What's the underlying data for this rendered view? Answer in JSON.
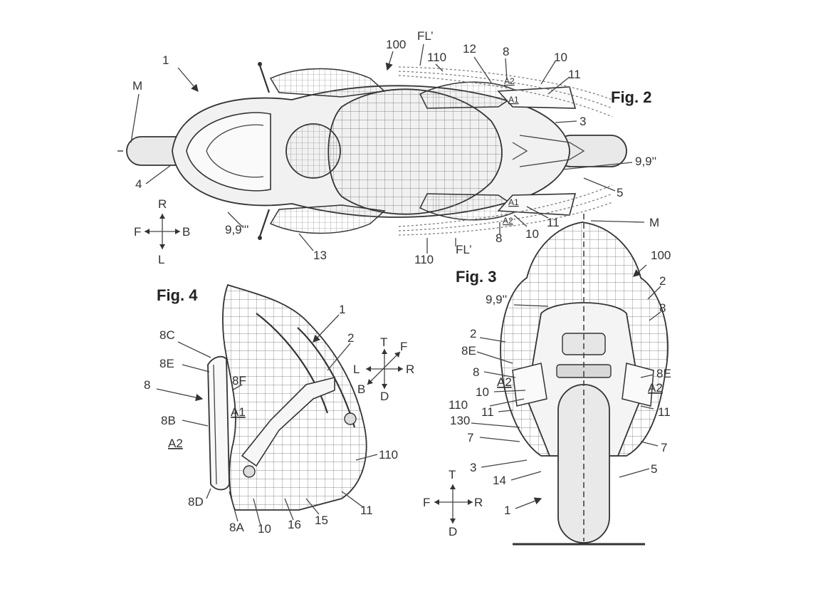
{
  "figures": {
    "fig2": {
      "title": "Fig. 2",
      "labels": {
        "l1": "1",
        "lM": "M",
        "l4": "4",
        "l100": "100",
        "lFL_top": "FL’",
        "l110_top": "110",
        "l12": "12",
        "l8_top": "8",
        "l10_top": "10",
        "l11_top": "11",
        "lA2_top": "A2",
        "lA1_top": "A1",
        "l3": "3",
        "l999": "9,9''",
        "l5": "5",
        "lA1_bot": "A1",
        "lA2_bot": "A2",
        "l11_bot": "11",
        "l10_bot": "10",
        "l8_bot": "8",
        "lFL_bot": "FL’",
        "l110_bot": "110",
        "l13": "13",
        "l9999": "9,9'''",
        "lM2": "M"
      },
      "compass": {
        "top": "R",
        "bottom": "L",
        "left": "F",
        "right": "B"
      }
    },
    "fig3": {
      "title": "Fig. 3",
      "labels": {
        "l100": "100",
        "l2r": "2",
        "l8r": "8",
        "l99": "9,9''",
        "l2l": "2",
        "l8El": "8E",
        "l8l": "8",
        "lA2l": "A2",
        "l10": "10",
        "l110": "110",
        "l11l": "11",
        "l130": "130",
        "l7l": "7",
        "l3": "3",
        "l14": "14",
        "l1": "1",
        "l8Er": "8E",
        "lA2r": "A2",
        "l11r": "11",
        "l7r": "7",
        "l5": "5"
      },
      "compass": {
        "top": "T",
        "bottom": "D",
        "left": "F",
        "right": "R"
      }
    },
    "fig4": {
      "title": "Fig. 4",
      "labels": {
        "l1": "1",
        "l2": "2",
        "l8C": "8C",
        "l8E": "8E",
        "l8F": "8F",
        "l8": "8",
        "lA1": "A1",
        "l8B": "8B",
        "lA2": "A2",
        "l110": "110",
        "l8D": "8D",
        "l8A": "8A",
        "l10": "10",
        "l16": "16",
        "l15": "15",
        "l11": "11"
      },
      "compass": {
        "top": "T",
        "bottom": "D",
        "left": "L",
        "right": "R",
        "upright": "F",
        "lowleft": "B"
      }
    }
  }
}
